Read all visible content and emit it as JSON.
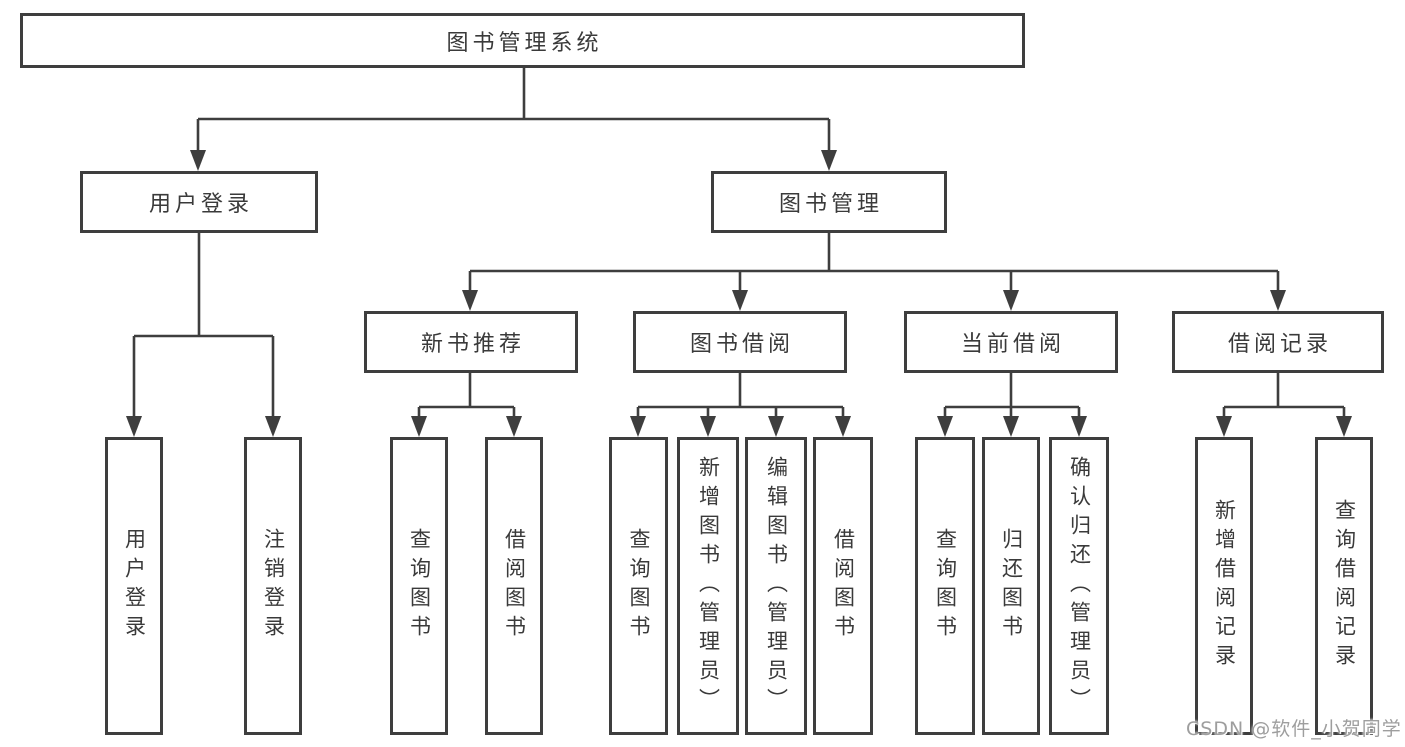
{
  "colors": {
    "background": "#ffffff",
    "box_border": "#3e3e3e",
    "connector_line": "#3e3e3e",
    "text": "#3a3a3a",
    "watermark_text": "#9e9e9e"
  },
  "tree": {
    "root": {
      "label": "图书管理系统"
    },
    "branches": [
      {
        "label": "用户登录",
        "children": [
          {
            "label": "用户登录"
          },
          {
            "label": "注销登录"
          }
        ]
      },
      {
        "label": "图书管理",
        "children": [
          {
            "label": "新书推荐",
            "children": [
              {
                "label": "查询图书"
              },
              {
                "label": "借阅图书"
              }
            ]
          },
          {
            "label": "图书借阅",
            "children": [
              {
                "label": "查询图书"
              },
              {
                "label": "新增图书（管理员）"
              },
              {
                "label": "编辑图书（管理员）"
              },
              {
                "label": "借阅图书"
              }
            ]
          },
          {
            "label": "当前借阅",
            "children": [
              {
                "label": "查询图书"
              },
              {
                "label": "归还图书"
              },
              {
                "label": "确认归还（管理员）"
              }
            ]
          },
          {
            "label": "借阅记录",
            "children": [
              {
                "label": "新增借阅记录"
              },
              {
                "label": "查询借阅记录"
              }
            ]
          }
        ]
      }
    ]
  },
  "watermark": {
    "text": "CSDN @软件_小贺同学"
  }
}
